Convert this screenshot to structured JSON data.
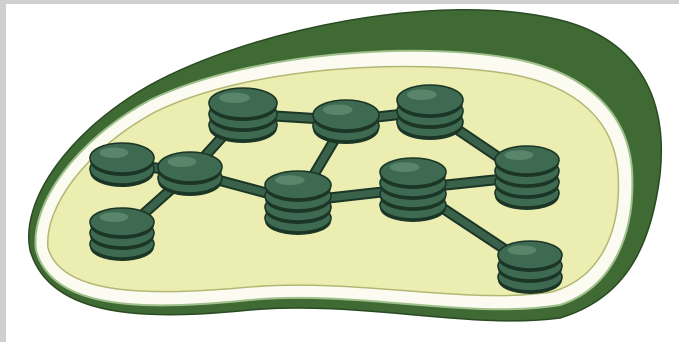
{
  "illustration": {
    "subject": "chloroplast",
    "colors": {
      "background": "#ffffff",
      "scan_edge": "#cfcfcf",
      "outer_membrane_dark": "#3f6a34",
      "outer_membrane_light": "#9fc08a",
      "inner_membrane": "#fbfbf2",
      "stroma": "#ebeeb0",
      "stroma_edge": "#b3b774",
      "granum_fill": "#3e6a52",
      "granum_highlight": "#6f9a80",
      "granum_outline": "#1b3526",
      "lamella": "#3a6149"
    },
    "grana": [
      {
        "id": "top-left",
        "disks": 3
      },
      {
        "id": "top-middle",
        "disks": 2
      },
      {
        "id": "top-right",
        "disks": 3
      },
      {
        "id": "left",
        "disks": 2
      },
      {
        "id": "center-left",
        "disks": 2
      },
      {
        "id": "bottom-left",
        "disks": 3
      },
      {
        "id": "center",
        "disks": 4
      },
      {
        "id": "center-right",
        "disks": 4
      },
      {
        "id": "right",
        "disks": 4
      },
      {
        "id": "bottom-right",
        "disks": 3
      }
    ],
    "lamellae": [
      [
        "top-left",
        "top-middle"
      ],
      [
        "top-middle",
        "top-right"
      ],
      [
        "top-right",
        "right"
      ],
      [
        "top-left",
        "center-left"
      ],
      [
        "left",
        "center-left"
      ],
      [
        "center-left",
        "bottom-left"
      ],
      [
        "center-left",
        "center"
      ],
      [
        "top-middle",
        "center"
      ],
      [
        "center",
        "center-right"
      ],
      [
        "center-right",
        "right"
      ],
      [
        "center-right",
        "bottom-right"
      ]
    ]
  }
}
